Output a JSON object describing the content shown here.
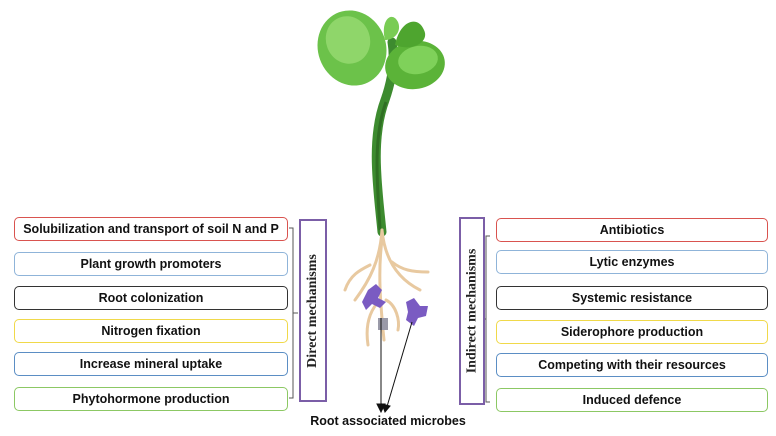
{
  "direct": {
    "title": "Direct mechanisms",
    "items": [
      {
        "label": "Solubilization  and transport of soil N and P",
        "color": "#d9534f"
      },
      {
        "label": "Plant growth promoters",
        "color": "#8fb4d9"
      },
      {
        "label": "Root colonization",
        "color": "#333333"
      },
      {
        "label": "Nitrogen fixation",
        "color": "#f0d94a"
      },
      {
        "label": "Increase mineral uptake",
        "color": "#5b8ec4"
      },
      {
        "label": "Phytohormone production",
        "color": "#8cc864"
      }
    ]
  },
  "indirect": {
    "title": "Indirect mechanisms",
    "items": [
      {
        "label": "Antibiotics",
        "color": "#d9534f"
      },
      {
        "label": "Lytic enzymes",
        "color": "#8fb4d9"
      },
      {
        "label": "Systemic resistance",
        "color": "#333333"
      },
      {
        "label": "Siderophore production",
        "color": "#f0d94a"
      },
      {
        "label": "Competing with their resources",
        "color": "#5b8ec4"
      },
      {
        "label": "Induced defence",
        "color": "#8cc864"
      }
    ]
  },
  "caption": "Root associated microbes",
  "colors": {
    "label_border": "#7b5ea7",
    "leaf": "#6cc24a",
    "stem": "#3d8b2f",
    "root": "#e8c9a0",
    "microbe": "#7a5bc2"
  },
  "icons": [
    "seedling-icon",
    "microbe-icon"
  ]
}
